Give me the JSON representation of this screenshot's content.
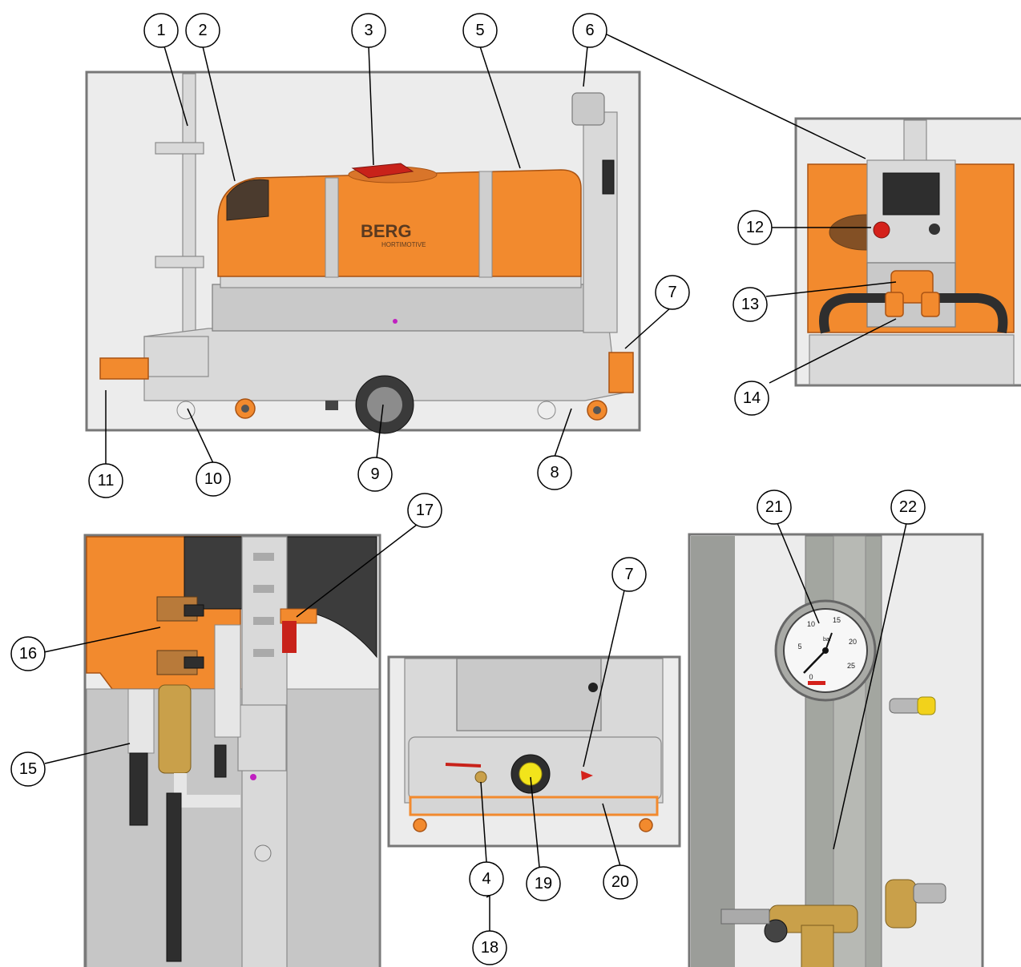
{
  "brand": {
    "logo_text": "BERG",
    "logo_subtext": "HORTIMOTIVE"
  },
  "gauge": {
    "scale_labels": [
      "0",
      "5",
      "10",
      "15",
      "20",
      "25"
    ],
    "unit": "bar"
  },
  "callouts": [
    "1",
    "2",
    "3",
    "4",
    "5",
    "6",
    "7",
    "8",
    "9",
    "10",
    "11",
    "12",
    "13",
    "14",
    "15",
    "16",
    "17",
    "7",
    "19",
    "20",
    "21",
    "22",
    "18"
  ],
  "colors": {
    "tank_orange": "#f28a2e",
    "steel": "#d9d9d9",
    "frame": "#777777",
    "emergency_red": "#d4211b",
    "brass": "#c9a04a",
    "nozzle_yellow": "#f2d21b"
  }
}
